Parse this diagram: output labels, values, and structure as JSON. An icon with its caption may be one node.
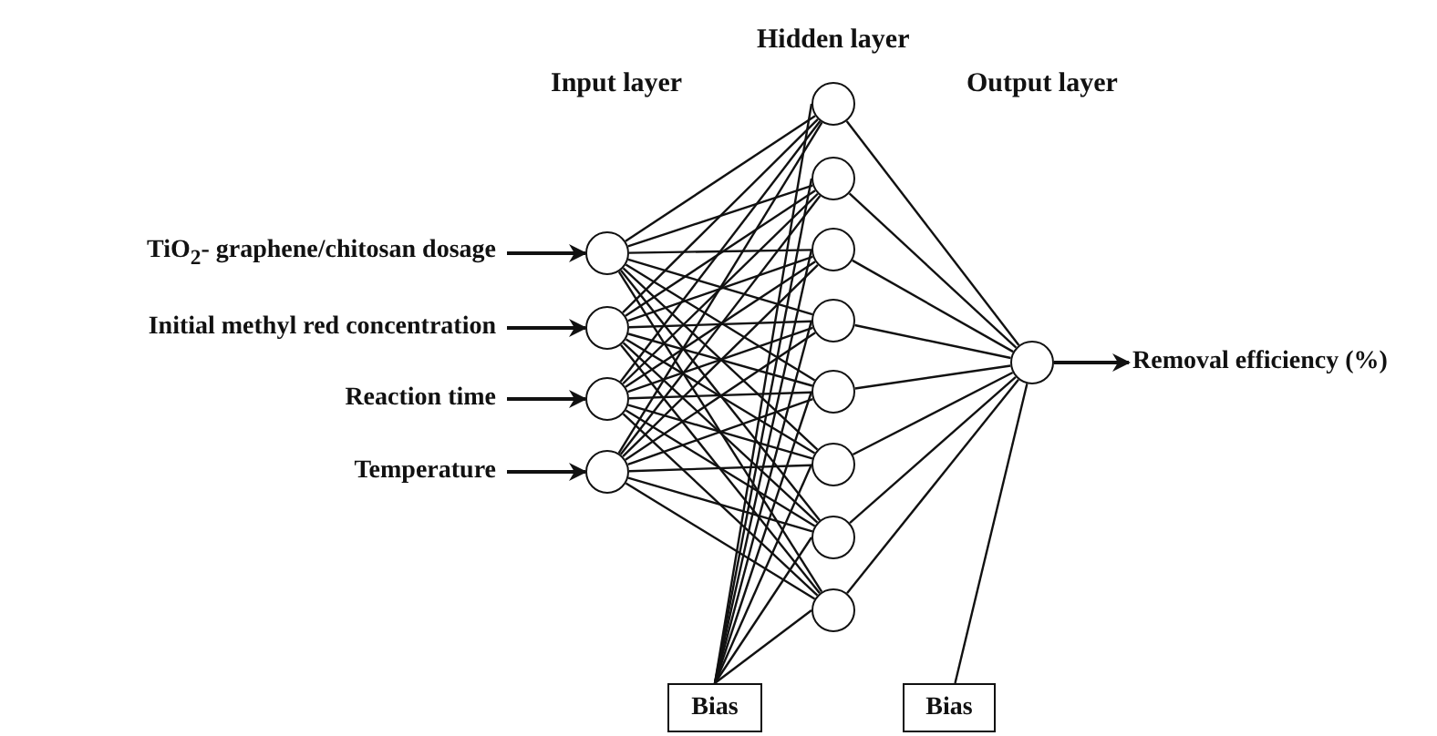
{
  "diagram": {
    "nodes": [
      {
        "text": [
          "TiO$_{2}$- graphene/chitosan dosage"
        ]
      },
      {
        "text": [
          "Initial methyl red concentration"
        ]
      },
      {
        "text": [
          "Reaction time"
        ]
      },
      {
        "text": [
          "Temperature"
        ]
      },
      {
        "text": [],
        "shape": "circle"
      },
      {
        "text": [],
        "shape": "circle"
      },
      {
        "text": [],
        "shape": "circle"
      },
      {
        "text": [],
        "shape": "circle"
      },
      {
        "text": [],
        "shape": "circle"
      },
      {
        "text": [],
        "shape": "circle"
      },
      {
        "text": [],
        "shape": "circle"
      },
      {
        "text": [],
        "shape": "circle"
      },
      {
        "text": [],
        "shape": "circle"
      },
      {
        "text": [],
        "shape": "circle"
      },
      {
        "text": [],
        "shape": "circle"
      },
      {
        "text": [],
        "shape": "circle"
      },
      {
        "text": [],
        "shape": "circle"
      },
      {
        "text": [
          "Removal efficiency (%)"
        ]
      },
      {
        "text": [
          "Bias"
        ]
      },
      {
        "text": [
          "Bias"
        ]
      }
    ],
    "edges": [
      {
        "from": 0,
        "to": 4,
        "arrow": "to"
      },
      {
        "from": 1,
        "to": 5,
        "arrow": "to"
      },
      {
        "from": 2,
        "to": 6,
        "arrow": "to"
      },
      {
        "from": 3,
        "to": 7,
        "arrow": "to"
      },
      {
        "from": 4,
        "to": 8,
        "arrow": "none"
      },
      {
        "from": 4,
        "to": 9,
        "arrow": "none"
      },
      {
        "from": 4,
        "to": 10,
        "arrow": "none"
      },
      {
        "from": 4,
        "to": 11,
        "arrow": "none"
      },
      {
        "from": 4,
        "to": 12,
        "arrow": "none"
      },
      {
        "from": 4,
        "to": 13,
        "arrow": "none"
      },
      {
        "from": 4,
        "to": 14,
        "arrow": "none"
      },
      {
        "from": 4,
        "to": 15,
        "arrow": "none"
      },
      {
        "from": 5,
        "to": 8,
        "arrow": "none"
      },
      {
        "from": 5,
        "to": 9,
        "arrow": "none"
      },
      {
        "from": 5,
        "to": 10,
        "arrow": "none"
      },
      {
        "from": 5,
        "to": 11,
        "arrow": "none"
      },
      {
        "from": 5,
        "to": 12,
        "arrow": "none"
      },
      {
        "from": 5,
        "to": 13,
        "arrow": "none"
      },
      {
        "from": 5,
        "to": 14,
        "arrow": "none"
      },
      {
        "from": 5,
        "to": 15,
        "arrow": "none"
      },
      {
        "from": 6,
        "to": 8,
        "arrow": "none"
      },
      {
        "from": 6,
        "to": 9,
        "arrow": "none"
      },
      {
        "from": 6,
        "to": 10,
        "arrow": "none"
      },
      {
        "from": 6,
        "to": 11,
        "arrow": "none"
      },
      {
        "from": 6,
        "to": 12,
        "arrow": "none"
      },
      {
        "from": 6,
        "to": 13,
        "arrow": "none"
      },
      {
        "from": 6,
        "to": 14,
        "arrow": "none"
      },
      {
        "from": 6,
        "to": 15,
        "arrow": "none"
      },
      {
        "from": 7,
        "to": 8,
        "arrow": "none"
      },
      {
        "from": 7,
        "to": 9,
        "arrow": "none"
      },
      {
        "from": 7,
        "to": 10,
        "arrow": "none"
      },
      {
        "from": 7,
        "to": 11,
        "arrow": "none"
      },
      {
        "from": 7,
        "to": 12,
        "arrow": "none"
      },
      {
        "from": 7,
        "to": 13,
        "arrow": "none"
      },
      {
        "from": 7,
        "to": 14,
        "arrow": "none"
      },
      {
        "from": 7,
        "to": 15,
        "arrow": "none"
      },
      {
        "from": 8,
        "to": 16,
        "arrow": "none"
      },
      {
        "from": 9,
        "to": 16,
        "arrow": "none"
      },
      {
        "from": 10,
        "to": 16,
        "arrow": "none"
      },
      {
        "from": 11,
        "to": 16,
        "arrow": "none"
      },
      {
        "from": 12,
        "to": 16,
        "arrow": "none"
      },
      {
        "from": 13,
        "to": 16,
        "arrow": "none"
      },
      {
        "from": 14,
        "to": 16,
        "arrow": "none"
      },
      {
        "from": 15,
        "to": 16,
        "arrow": "none"
      },
      {
        "from": 18,
        "to": 8,
        "arrow": "none"
      },
      {
        "from": 18,
        "to": 9,
        "arrow": "none"
      },
      {
        "from": 18,
        "to": 10,
        "arrow": "none"
      },
      {
        "from": 18,
        "to": 11,
        "arrow": "none"
      },
      {
        "from": 18,
        "to": 12,
        "arrow": "none"
      },
      {
        "from": 18,
        "to": 13,
        "arrow": "none"
      },
      {
        "from": 18,
        "to": 14,
        "arrow": "none"
      },
      {
        "from": 18,
        "to": 15,
        "arrow": "none"
      },
      {
        "from": 19,
        "to": 16,
        "arrow": "none"
      },
      {
        "from": 16,
        "to": 17,
        "arrow": "to"
      }
    ],
    "labels": [
      "Hidden layer",
      "Input layer",
      "Output layer"
    ]
  }
}
